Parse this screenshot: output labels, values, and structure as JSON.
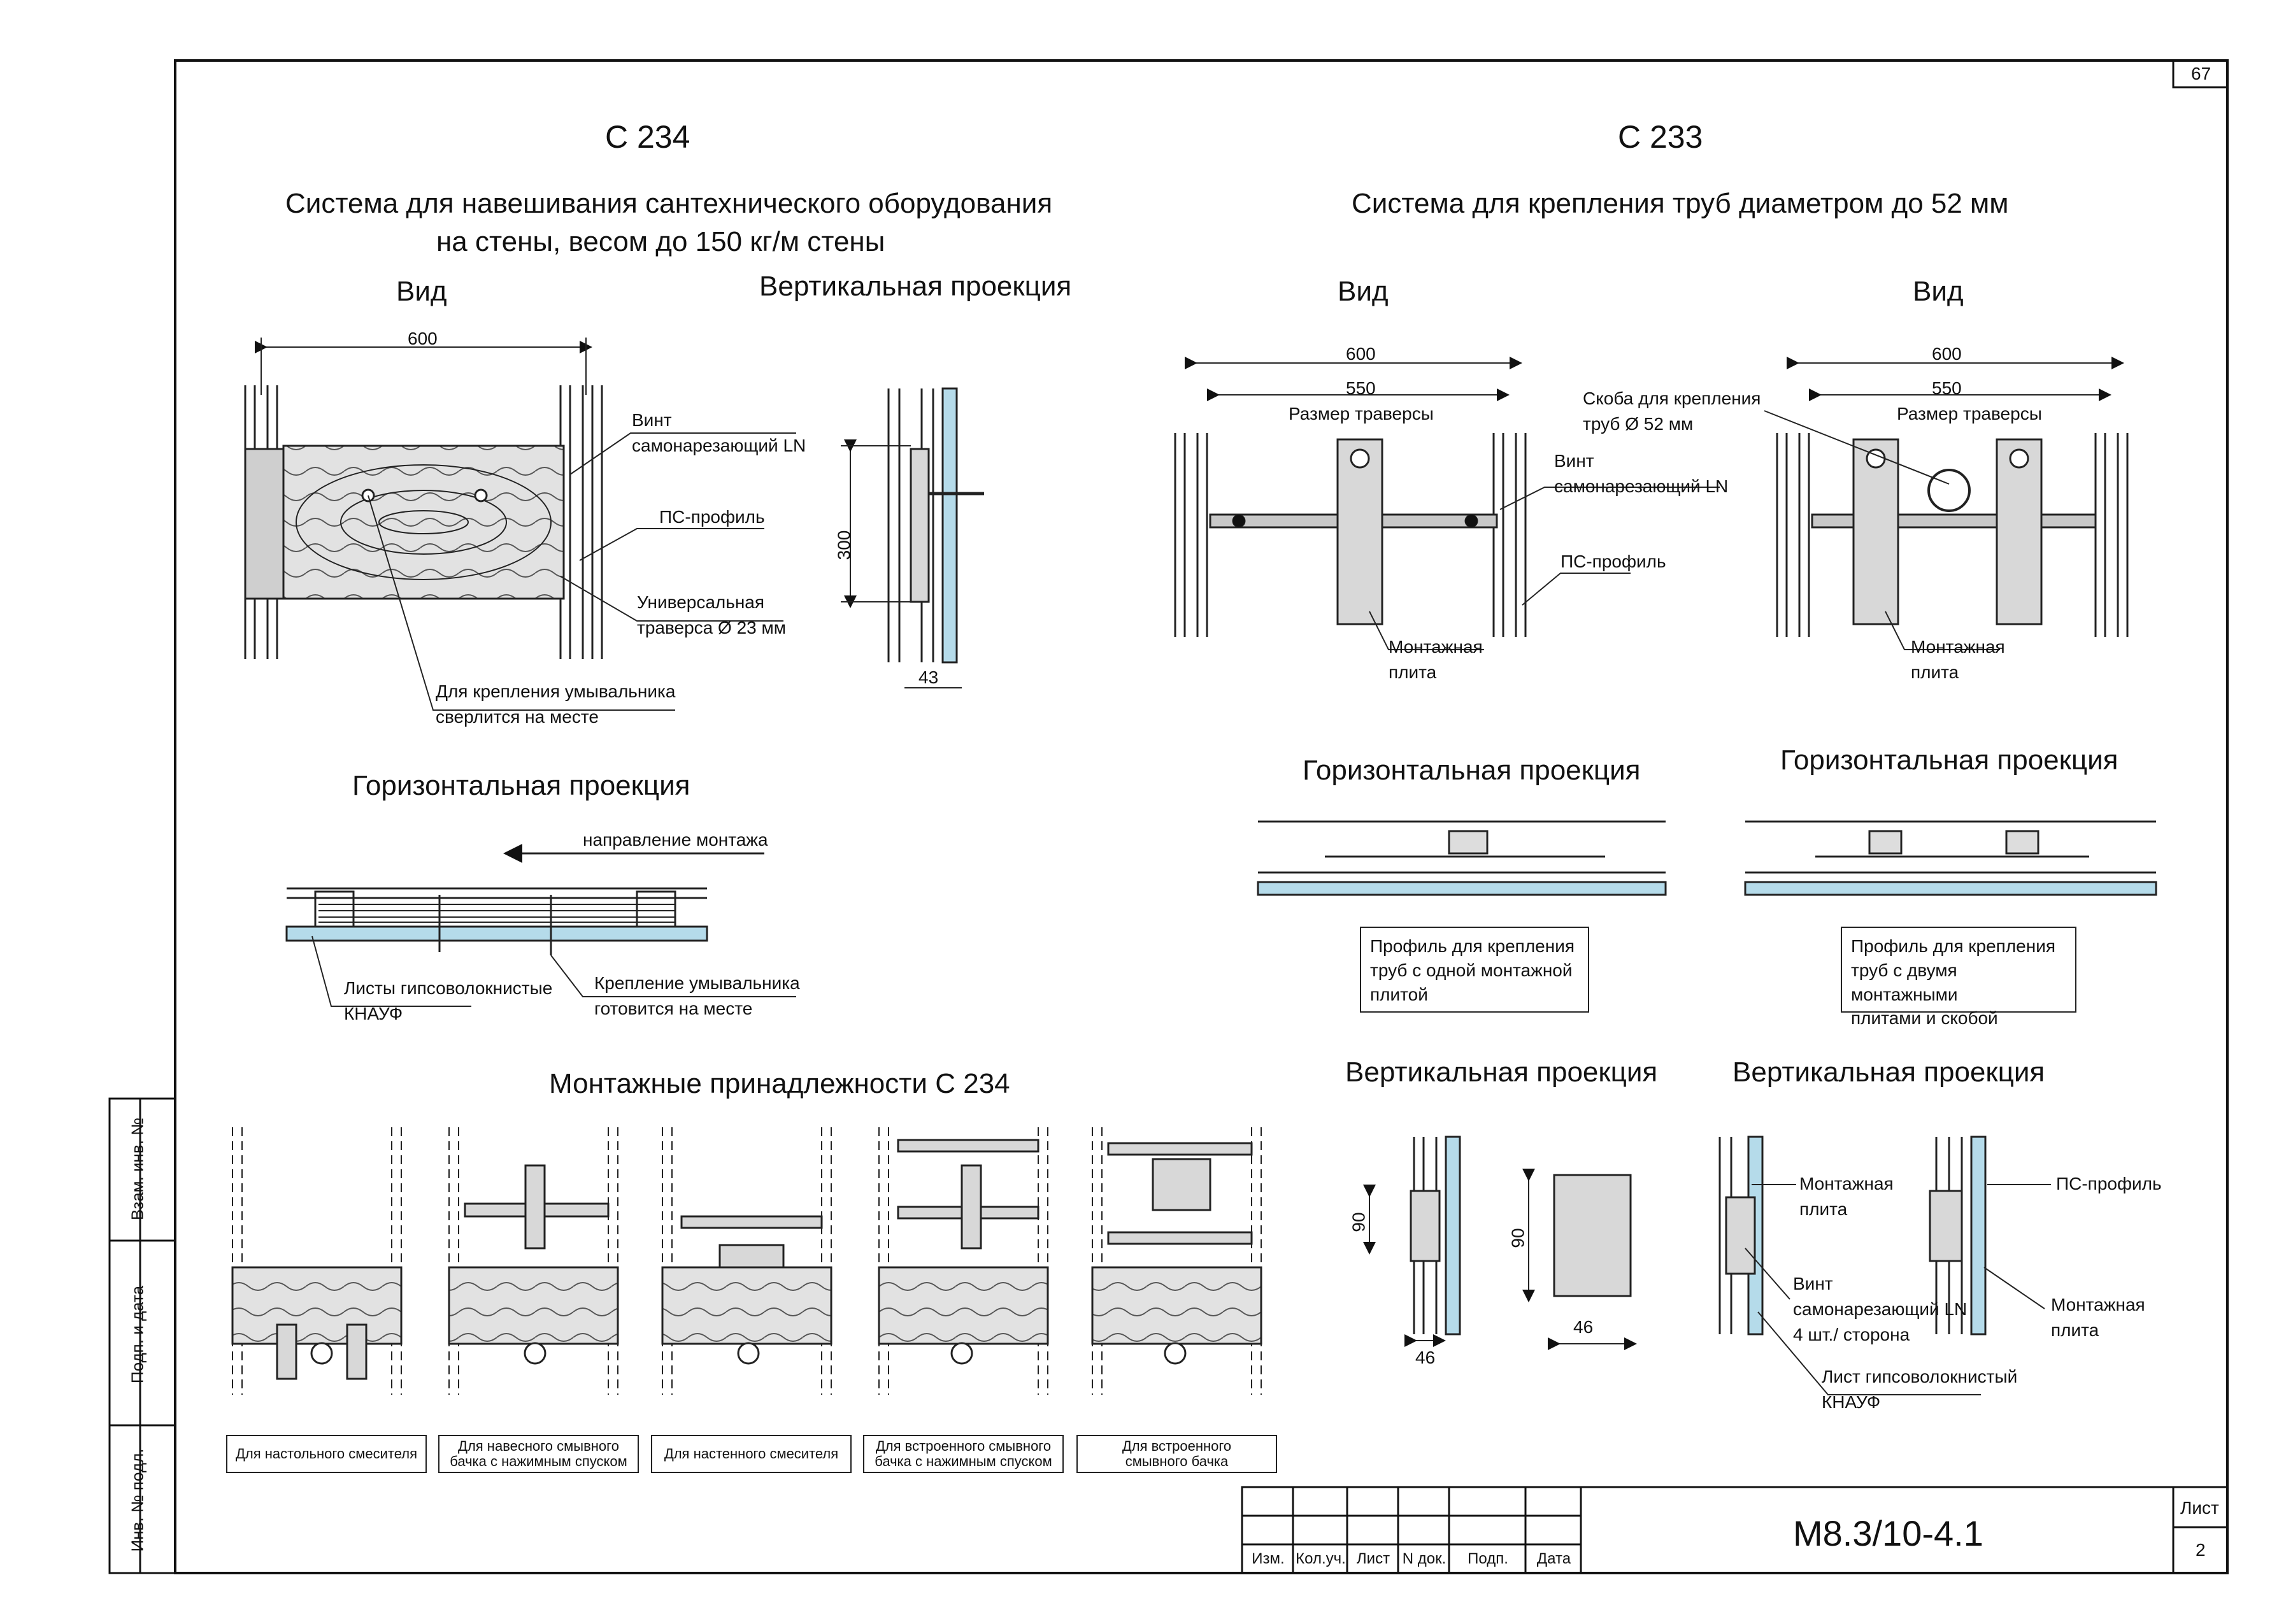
{
  "sheet": {
    "page_number": "67",
    "code": "М8.3/10-4.1",
    "list_label": "Лист",
    "list_value": "2",
    "side_stamps": [
      "Взам. инв. №",
      "Подп. и дата",
      "Инв. № подл."
    ],
    "title_block_headers": [
      "Изм.",
      "Кол.уч.",
      "Лист",
      "N док.",
      "Подп.",
      "Дата"
    ]
  },
  "left": {
    "system": "С 234",
    "description_line1": "Система для навешивания сантехнического оборудования",
    "description_line2": "на стены, весом до 150 кг/м стены",
    "view_title": "Вид",
    "vertical_projection_title": "Вертикальная проекция",
    "dim_600": "600",
    "dim_300": "300",
    "dim_43": "43",
    "label_screw_1": "Винт",
    "label_screw_2": "самонарезающий LN",
    "label_ps": "ПС-профиль",
    "label_traverse_1": "Универсальная",
    "label_traverse_2": "траверса Ø 23 мм",
    "label_basin_1": "Для крепления умывальника",
    "label_basin_2": "сверлится на месте",
    "horizontal_projection_title": "Горизонтальная проекция",
    "direction_label": "направление монтажа",
    "label_sheets_1": "Листы гипсоволокнистые",
    "label_sheets_2": "КНАУФ",
    "label_fixing_1": "Крепление умывальника",
    "label_fixing_2": "готовится на месте",
    "accessories_title": "Монтажные принадлежности С 234",
    "accessory_captions": [
      "Для настольного смесителя",
      "Для навесного смывного бачка с нажимным спуском",
      "Для настенного смесителя",
      "Для встроенного смывного бачка с нажимным спуском",
      "Для встроенного смывного бачка"
    ]
  },
  "right": {
    "system": "С 233",
    "description": "Система для крепления труб диаметром до 52 мм",
    "view_title": "Вид",
    "dim_600": "600",
    "dim_550": "550",
    "traverse_size": "Размер траверсы",
    "label_bracket_1": "Скоба для крепления",
    "label_bracket_2": "труб Ø 52 мм",
    "label_screw_1": "Винт",
    "label_screw_2": "самонарезающий LN",
    "label_ps": "ПС-профиль",
    "label_plate_1": "Монтажная",
    "label_plate_2": "плита",
    "horizontal_projection_title": "Горизонтальная проекция",
    "profile_box_1": [
      "Профиль для крепления",
      "труб с одной монтажной",
      "плитой"
    ],
    "profile_box_2": [
      "Профиль для крепления",
      "труб с двумя монтажными",
      "плитами и скобой"
    ],
    "vertical_projection_title": "Вертикальная проекция",
    "dim_90": "90",
    "dim_46": "46",
    "label_screw4_1": "Винт",
    "label_screw4_2": "самонарезающий LN",
    "label_screw4_3": "4 шт./ сторона",
    "label_sheet_1": "Лист гипсоволокнистый",
    "label_sheet_2": "КНАУФ"
  }
}
